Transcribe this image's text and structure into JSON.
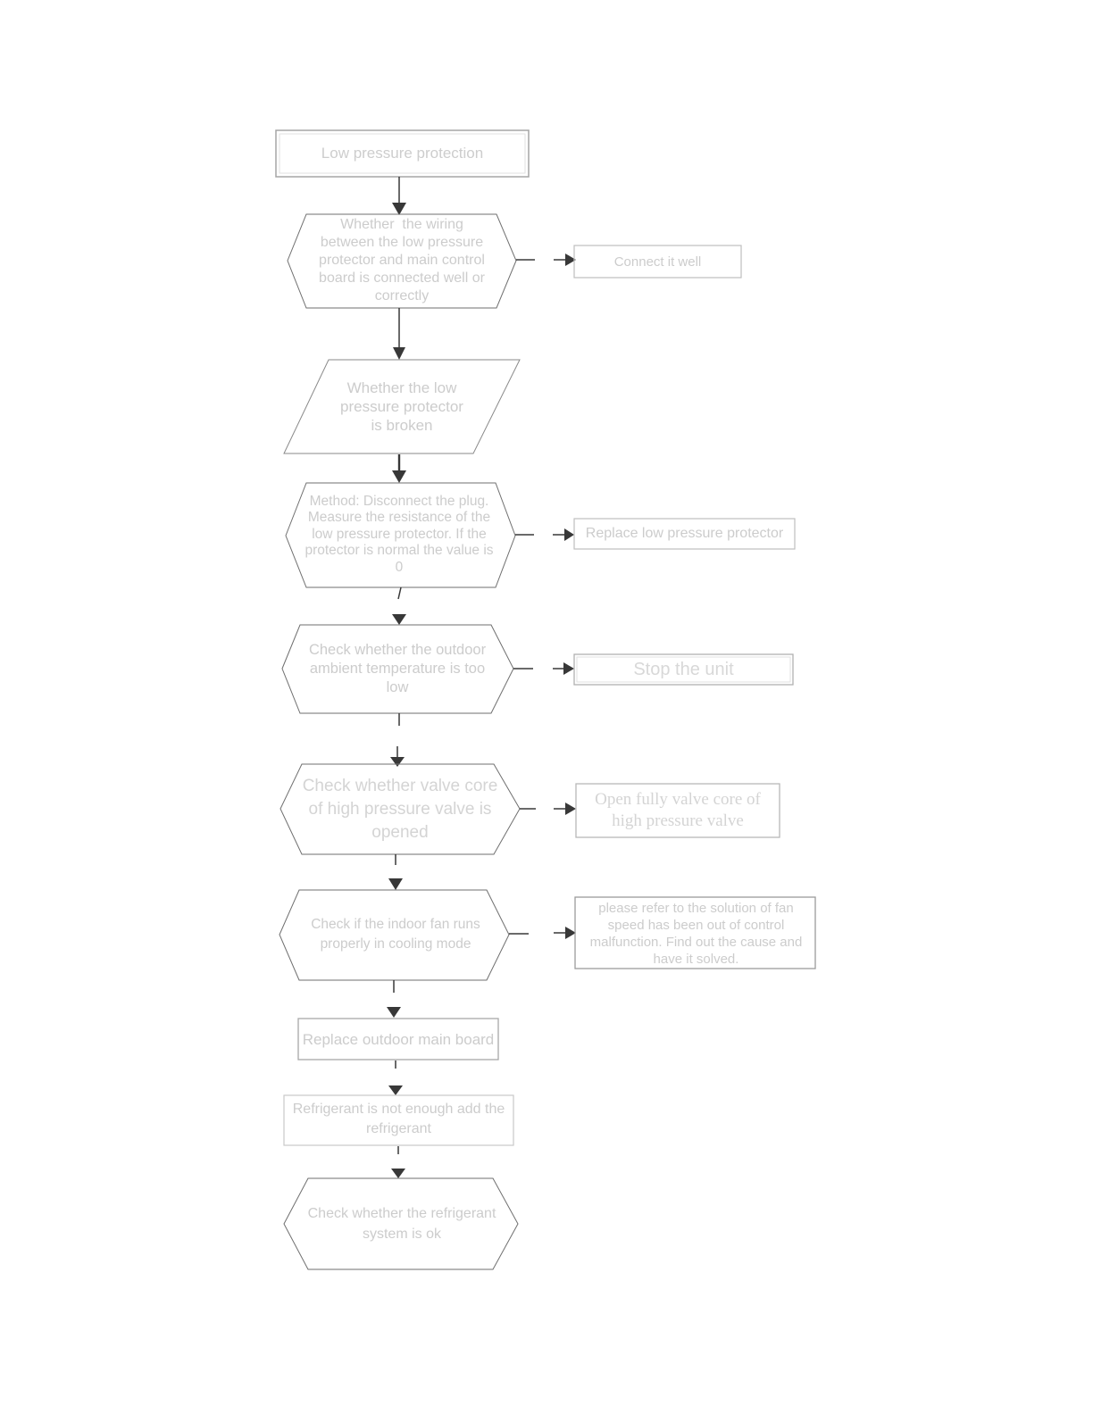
{
  "page": {
    "background": "#ffffff"
  },
  "colors": {
    "text": "#cccccc",
    "arrow": "#383838",
    "shape-border": "#6f6f6f",
    "box-border": "#bfbfbf"
  },
  "flowchart": {
    "title": "Low pressure protection",
    "nodes": {
      "wiring_check": "Whether  the wiring\nbetween the low pressure\nprotector and main control\nboard is connected well or\ncorrectly",
      "connect_well": "Connect it well",
      "protector_broken": "Whether the low\npressure protector\nis broken",
      "measure_method": "Method: Disconnect the plug.\nMeasure the resistance of the\nlow pressure protector. If the\nprotector is normal the value is\n0",
      "replace_protector": "Replace low pressure protector",
      "ambient_temperature": "Check whether the outdoor\nambient temperature is too\nlow",
      "stop_unit": "Stop the unit",
      "valve_core": "Check whether valve core\nof high pressure valve is\nopened",
      "open_valve": "Open fully valve core of\nhigh pressure valve",
      "indoor_fan": "Check if the indoor fan runs\nproperly in cooling mode",
      "fan_solution": "please refer to the solution of fan\nspeed has been out of control\nmalfunction. Find out the cause and\nhave it solved.",
      "replace_board": "Replace outdoor main board",
      "add_refrigerant": "Refrigerant is not enough add the\nrefrigerant",
      "refrigerant_system": "Check whether the refrigerant\nsystem is ok"
    }
  }
}
